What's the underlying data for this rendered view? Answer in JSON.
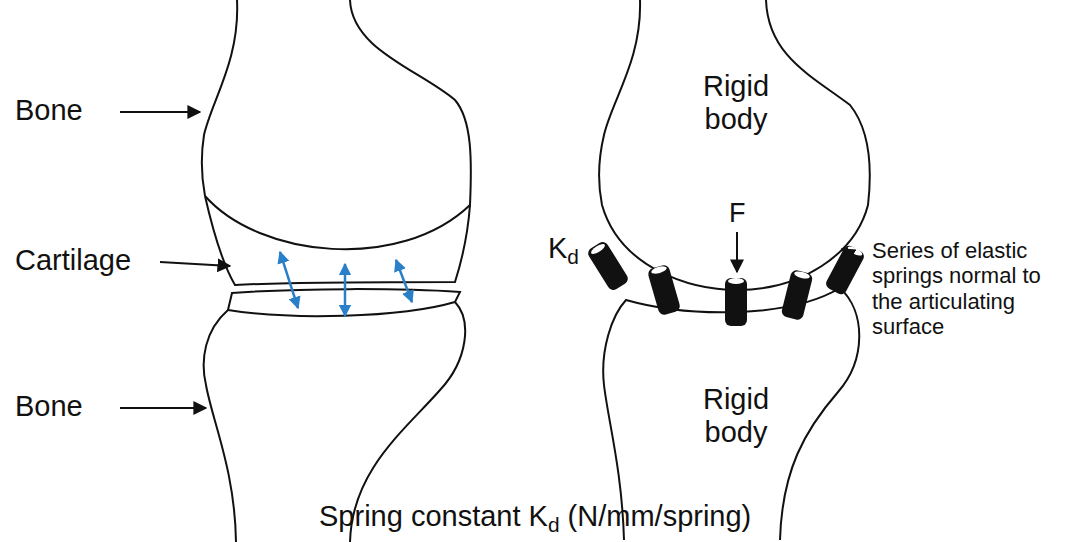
{
  "diagram": {
    "labels": [
      "Bone",
      "Cartilage",
      "Bone",
      "Rigid body",
      "Rigid body",
      "F",
      "K",
      "d",
      "Series of elastic springs normal to the articulating surface",
      "Spring constant K",
      "d",
      "(N/mm/spring)"
    ]
  }
}
